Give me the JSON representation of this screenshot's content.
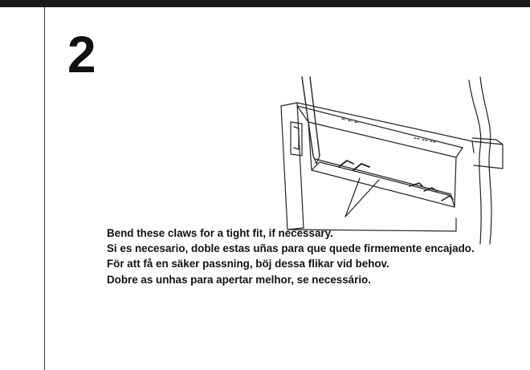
{
  "step": {
    "number": "2"
  },
  "caption": {
    "lines": [
      "Bend these claws for a tight fit, if necessary.",
      "Si es necesario, doble estas uñas para que quede firmemente encajado.",
      "För att få en säker passning, böj dessa flikar vid behov.",
      "Dobre as unhas para apertar melhor, se necessário."
    ]
  },
  "illustration": {
    "icon": "mounting-sleeve-claw-diagram"
  }
}
